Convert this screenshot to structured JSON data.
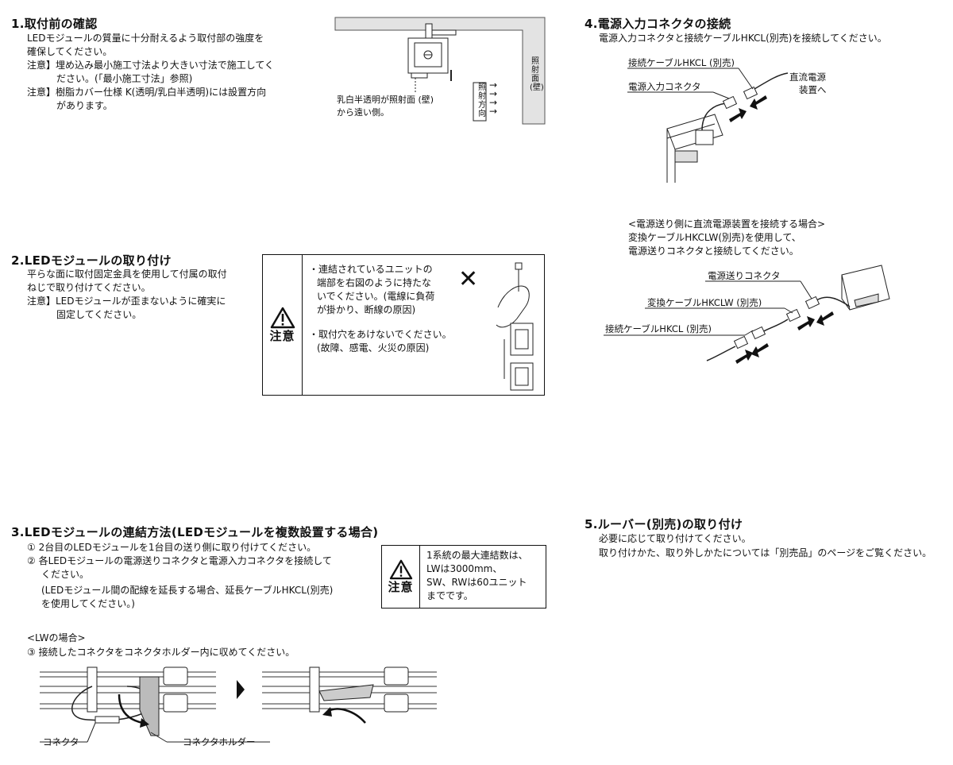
{
  "sec1": {
    "title": "1.取付前の確認",
    "lines": [
      "LEDモジュールの質量に十分耐えるよう取付部の強度を",
      "確保してください。",
      "注意】埋め込み最小施工寸法より大きい寸法で施工してく",
      "ださい。(「最小施工寸法」参照)",
      "注意】樹脂カバー仕様 K(透明/乳白半透明)には設置方向",
      "があります。"
    ],
    "fig_caption_1": "乳白半透明が照射面 (壁)",
    "fig_caption_2": "から遠い側。",
    "wall_label": "照射面(壁)",
    "direction_label": "照射方向"
  },
  "sec2": {
    "title": "2.LEDモジュールの取り付け",
    "lines": [
      "平らな面に取付固定金具を使用して付属の取付",
      "ねじで取り付けてください。",
      "注意】LEDモジュールが歪まないように確実に",
      "固定してください。"
    ],
    "caution_word": "注意",
    "caution_lines": [
      "・連結されているユニットの",
      "端部を右図のように持たな",
      "いでください。(電線に負荷",
      "が掛かり、断線の原因)",
      "・取付穴をあけないでください。",
      "(故障、感電、火災の原因)"
    ]
  },
  "sec3": {
    "title": "3.LEDモジュールの連結方法(LEDモジュールを複数設置する場合)",
    "lines": [
      "① 2台目のLEDモジュールを1台目の送り側に取り付けてください。",
      "② 各LEDモジュールの電源送りコネクタと電源入力コネクタを接続して",
      "ください。",
      "(LEDモジュール間の配線を延長する場合、延長ケーブルHKCL(別売)",
      "を使用してください。)"
    ],
    "caution_word": "注意",
    "caution_lines": [
      "1系統の最大連結数は、",
      "LWは3000mm、",
      "SW、RWは60ユニット",
      "までです。"
    ],
    "lw_heading": "<LWの場合>",
    "step3": "③ 接続したコネクタをコネクタホルダー内に収めてください。",
    "label_connector": "コネクタ",
    "label_holder": "コネクタホルダー"
  },
  "sec4": {
    "title": "4.電源入力コネクタの接続",
    "line": "電源入力コネクタと接続ケーブルHKCL(別売)を接続してください。",
    "fig1": {
      "cable": "接続ケーブルHKCL (別売)",
      "input": "電源入力コネクタ",
      "dc1": "直流電源",
      "dc2": "装置へ"
    },
    "sub_lines": [
      "<電源送り側に直流電源装置を接続する場合>",
      "変換ケーブルHKCLW(別売)を使用して、",
      "電源送りコネクタと接続してください。"
    ],
    "fig2": {
      "feed": "電源送りコネクタ",
      "conv": "変換ケーブルHKCLW (別売)",
      "cable": "接続ケーブルHKCL (別売)"
    }
  },
  "sec5": {
    "title": "5.ルーバー(別売)の取り付け",
    "lines": [
      "必要に応じて取り付けてください。",
      "取り付けかた、取り外しかたについては「別売品」のページをご覧ください。"
    ]
  }
}
